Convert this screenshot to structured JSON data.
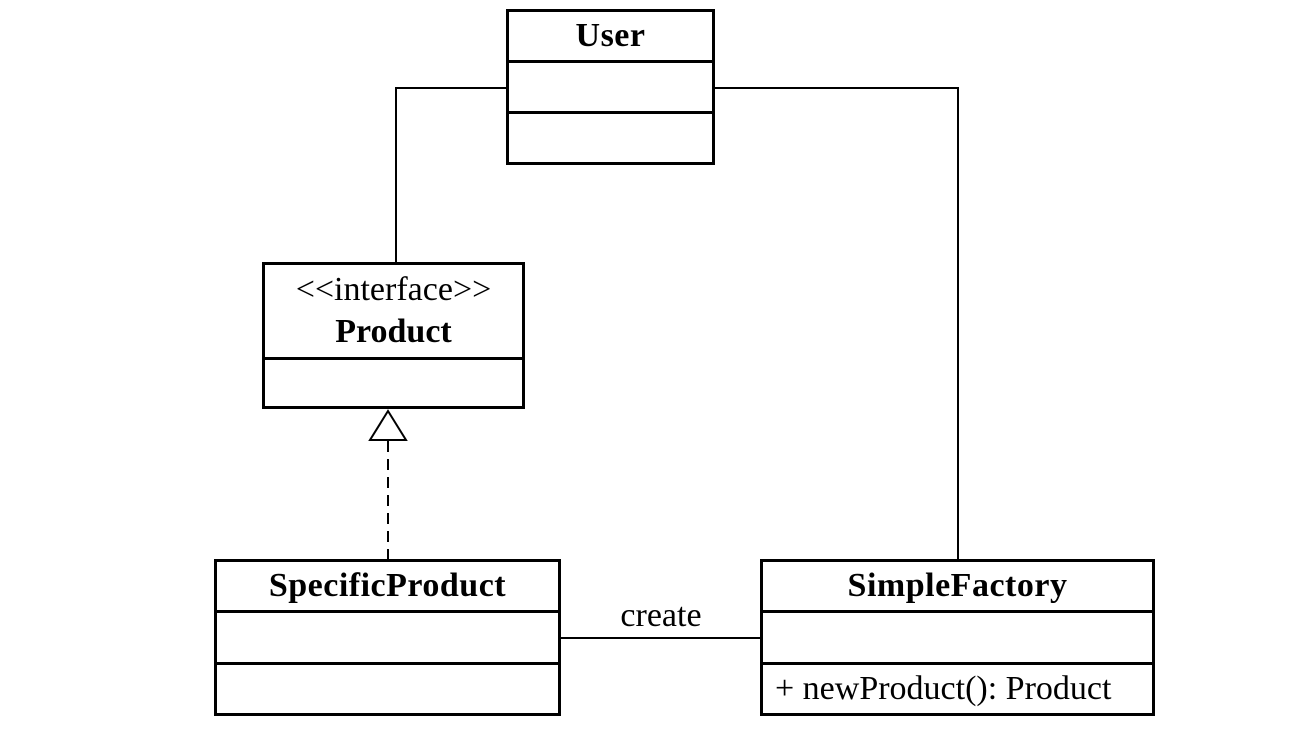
{
  "diagram": {
    "colors": {
      "line": "#000000",
      "background": "#ffffff",
      "box_fill": "#ffffff"
    },
    "classes": {
      "user": {
        "name": "User"
      },
      "product": {
        "stereotype": "<<interface>>",
        "name": "Product"
      },
      "specific_product": {
        "name": "SpecificProduct"
      },
      "simple_factory": {
        "name": "SimpleFactory",
        "method": "+ newProduct(): Product"
      }
    },
    "edges": {
      "user_to_product": {
        "style": "solid-elbow"
      },
      "user_to_simple_factory": {
        "style": "solid-elbow"
      },
      "specific_product_to_product": {
        "style": "dashed-realization-hollow-triangle"
      },
      "specific_product_to_simple_factory": {
        "style": "solid",
        "label": "create"
      }
    }
  }
}
